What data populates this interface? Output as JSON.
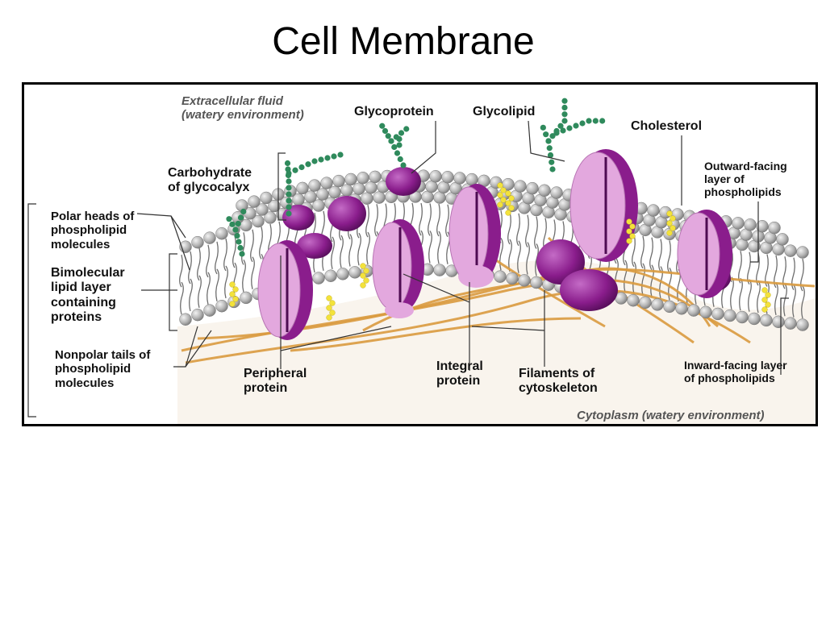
{
  "title": "Cell Membrane",
  "labels": {
    "extracellular": "Extracellular fluid\n(watery environment)",
    "glycoprotein": "Glycoprotein",
    "glycolipid": "Glycolipid",
    "cholesterol": "Cholesterol",
    "carbohydrate": "Carbohydrate\nof glycocalyx",
    "outward": "Outward-facing\n layer of\nphospholipids",
    "polar_heads": "Polar heads of\nphospholipid\nmolecules",
    "bimolecular": "Bimolecular\nlipid layer\ncontaining\nproteins",
    "nonpolar": "Nonpolar tails of\nphospholipid\nmolecules",
    "peripheral": "Peripheral\nprotein",
    "integral": "Integral\nprotein",
    "filaments": "Filaments of\ncytoskeleton",
    "inward": "Inward-facing layer\nof phospholipids",
    "cytoplasm": "Cytoplasm (watery environment)"
  },
  "colors": {
    "protein": "#8a1d8c",
    "protein_light": "#e3a8de",
    "lipid_head": "#a9a9a9",
    "cholesterol": "#f3e23b",
    "carbohydrate": "#2f8a5c",
    "cytoskeleton": "#d99a3e"
  }
}
